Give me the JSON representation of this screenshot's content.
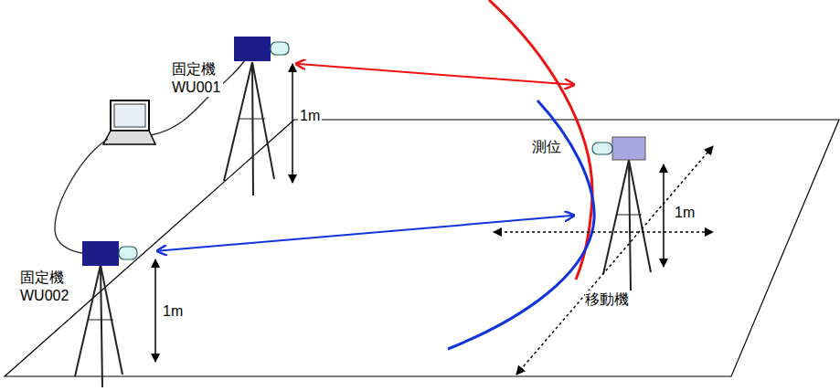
{
  "diagram": {
    "nodes": [
      {
        "text": [
          "固定機 WU001"
        ]
      },
      {
        "text": [
          "固定機 WU002"
        ]
      },
      {
        "text": [
          "移動機"
        ]
      }
    ],
    "edges": [
      {
        "from": 0,
        "to": 2,
        "arrow": "both"
      },
      {
        "from": 1,
        "to": 2,
        "arrow": "both"
      }
    ],
    "labels": [
      "1m",
      "測位",
      "1m",
      "1m"
    ]
  }
}
